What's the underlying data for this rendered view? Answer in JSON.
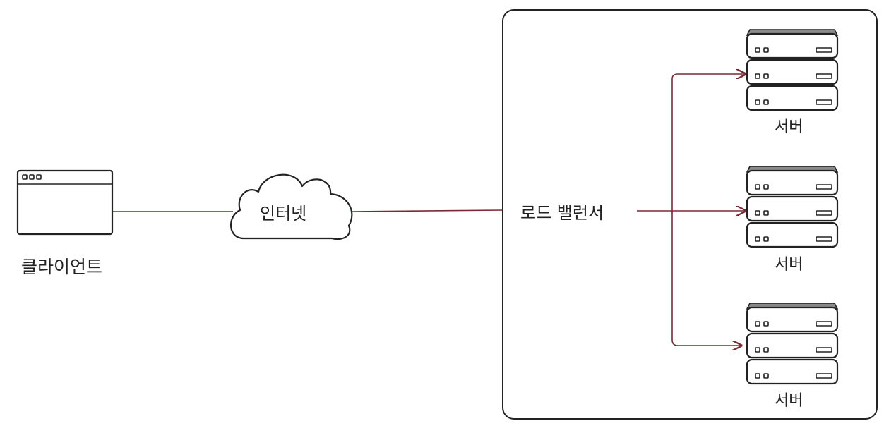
{
  "nodes": {
    "client": {
      "label": "클라이언트"
    },
    "internet": {
      "label": "인터넷"
    },
    "load_balancer": {
      "label": "로드 밸런서"
    },
    "servers": [
      {
        "label": "서버"
      },
      {
        "label": "서버"
      },
      {
        "label": "서버"
      }
    ]
  },
  "colors": {
    "connector": "#7a2a35",
    "outline": "#222222",
    "server_top": "#8a8a8a"
  },
  "icons": {
    "client": "browser-window-icon",
    "internet": "cloud-icon",
    "server": "server-rack-icon"
  }
}
